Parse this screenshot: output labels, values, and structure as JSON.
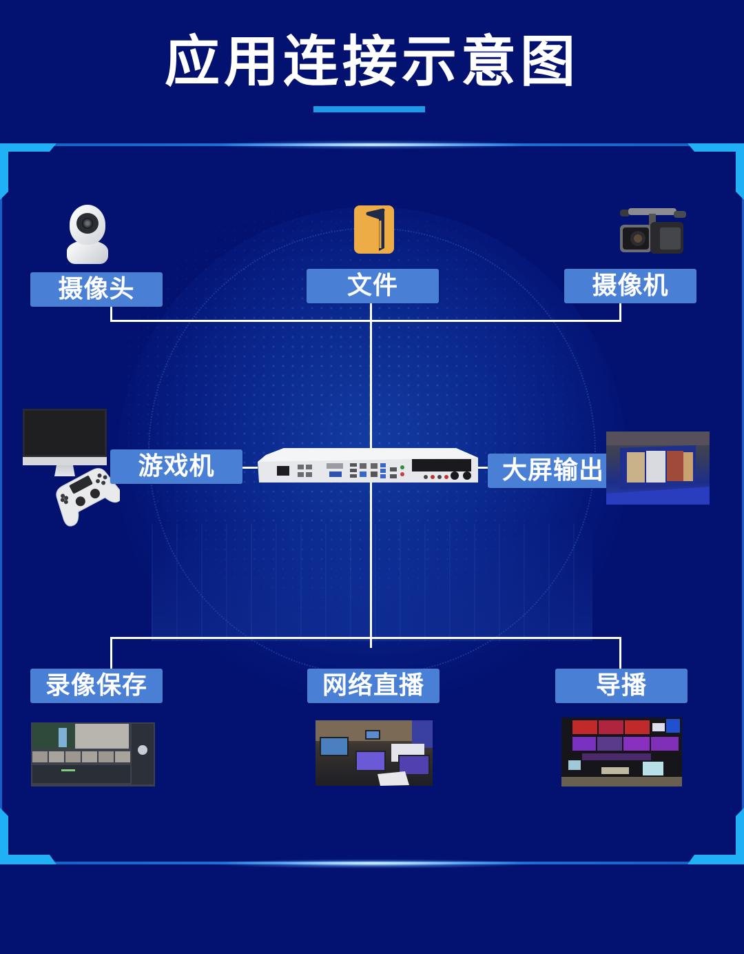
{
  "title": "应用连接示意图",
  "colors": {
    "background": "#031270",
    "title_accent_bar": "#1e9be8",
    "frame_corner": "#1fb0f5",
    "label_bg": "#4a7fd6",
    "label_text": "#ffffff",
    "connector_line": "#ffffff"
  },
  "inputs": [
    {
      "label": "摄像头",
      "icon": "security-camera-icon"
    },
    {
      "label": "文件",
      "icon": "file-icon"
    },
    {
      "label": "摄像机",
      "icon": "camcorder-icon"
    }
  ],
  "left": {
    "label": "游戏机",
    "icon": "game-console-icon"
  },
  "center": {
    "device": "server-appliance",
    "icon": "server-appliance-icon"
  },
  "right": {
    "label": "大屏输出",
    "icon": "large-screen-storefront-photo"
  },
  "outputs": [
    {
      "label": "录像保存",
      "icon": "recording-software-screenshot"
    },
    {
      "label": "网络直播",
      "icon": "live-streaming-setup-photo"
    },
    {
      "label": "导播",
      "icon": "broadcast-control-room-photo"
    }
  ]
}
